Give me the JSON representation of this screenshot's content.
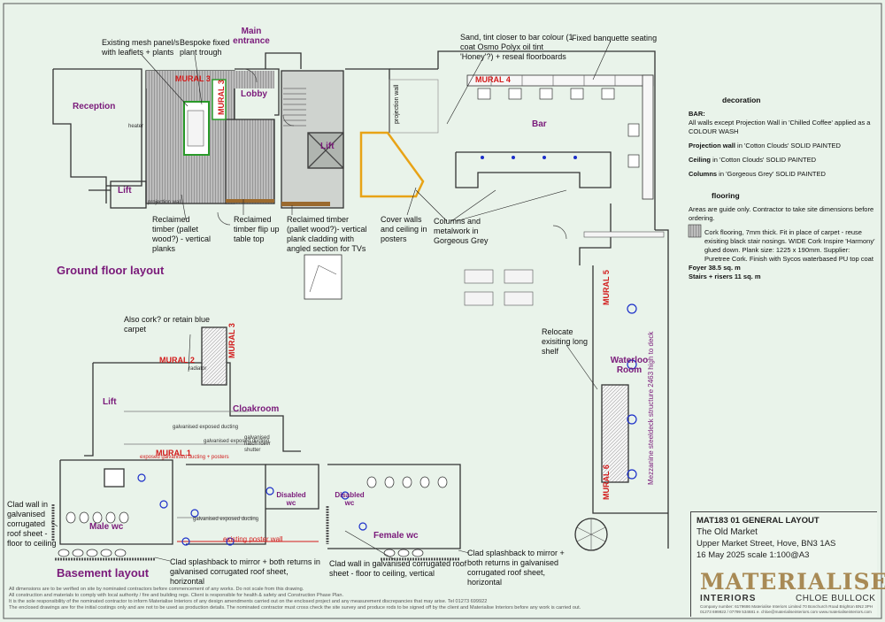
{
  "headings": {
    "ground_floor": "Ground floor layout",
    "basement": "Basement layout"
  },
  "rooms": {
    "main_entrance": "Main entrance",
    "reception": "Reception",
    "lobby": "Lobby",
    "lift_ground": "Lift",
    "lift_core": "Lift",
    "bar": "Bar",
    "waterloo_room": "Waterloo Room",
    "lift_basement": "Lift",
    "cloakroom": "Cloakroom",
    "disabled_wc_1": "Disabled wc",
    "disabled_wc_2": "Disabled wc",
    "male_wc": "Male wc",
    "female_wc": "Female wc"
  },
  "murals": {
    "mural_1": "MURAL 1",
    "mural_2": "MURAL 2",
    "mural_3_ground": "MURAL 3",
    "mural_3_basement": "MURAL 3",
    "mural_4": "MURAL 4",
    "mural_5": "MURAL 5",
    "mural_6": "MURAL 6"
  },
  "annotations": {
    "mesh_panel": "Existing mesh panel/s with leaflets + plants",
    "plant_trough": "Bespoke fixed plant trough",
    "sand_tint": "Sand, tint closer to bar colour (1 coat  Osmo Polyx oil tint 'Honey'?) + reseal floorboards",
    "banquette": "Fixed banquette seating",
    "timber_planks": "Reclaimed timber (pallet wood?) - vertical planks",
    "timber_flip": "Reclaimed timber flip up table top",
    "timber_cladding": "Reclaimed timber (pallet wood?)- vertical plank cladding with angled section for TVs",
    "cover_walls": "Cover walls and ceiling in posters",
    "columns": "Columns and metalwork in Gorgeous Grey",
    "relocate_shelf": "Relocate exisiting long shelf",
    "cork_q": "Also cork? or retain blue carpet",
    "clad_wall_male": "Clad wall in galvanised corrugated roof sheet - floor to ceiling",
    "splashback_1": "Clad splashback to mirror + both returns in galvanised corrugated roof sheet, horizontal",
    "clad_wall_female": "Clad wall in galvanised corrugated roof sheet - floor to ceiling, vertical",
    "splashback_2": "Clad splashback to mirror + both returns in galvanised corrugated roof sheet, horizontal",
    "mezzanine": "Mezzanine steeldeck structure 2463 high to deck",
    "projection_wall": "projection wall",
    "existing_poster_wall": "existing poster wall"
  },
  "small_labels": {
    "radiator": "radiator",
    "galv_ducting_1": "galvanised exposed ducting",
    "galv_ducting_2": "galvanised exposed ducting",
    "galv_ducting_3": "galvanised exposed ducting",
    "exposed_ducting_posters": "exposed galvanised ducting + posters",
    "galv_hatch": "galvanised hatch roller shutter",
    "projection_wall_small": "projection wall",
    "heater": "heater"
  },
  "legend": {
    "decoration_title": "decoration",
    "bar_title": "BAR:",
    "bar_text": "All walls except Projection Wall in 'Chilled Coffee' applied as a COLOUR WASH",
    "projection_wall_label": "Projection wall",
    "projection_wall_text": " in 'Cotton Clouds' SOLID PAINTED",
    "ceiling_label": "Ceiling",
    "ceiling_text": " in 'Cotton Clouds' SOLID PAINTED",
    "columns_label": "Columns",
    "columns_text": " in 'Gorgeous Grey' SOLID PAINTED",
    "flooring_title": "flooring",
    "flooring_note": "Areas are guide only.  Contractor to take site dimensions before ordering.",
    "cork_text": "Cork flooring, 7mm thick. Fit in place of carpet - reuse exisiting black stair nosings. WIDE Cork Inspire 'Harmony' glued down. Plank size: 1225 x 190mm. Supplier: Puretree Cork. Finish with Sycos waterbased PU top coat",
    "foyer": "Foyer 38.5 sq. m",
    "stairs": "Stairs + risers 11 sq. m"
  },
  "title_block": {
    "drawing": "MAT183 01 GENERAL LAYOUT",
    "project": "The Old Market",
    "address": "Upper Market Street, Hove, BN3 1AS",
    "date_scale": "16 May 2025  scale 1:100@A3",
    "brand": "MATERIALISE",
    "brand_sub": "INTERIORS",
    "designer": "CHLOE BULLOCK",
    "company_info": "Company number: 6179686     Materialise Interiors Limited     70 Bonchurch Road     Brighton  BN2 3PH",
    "contact": "01273 699922 / 07799 534681     e. chloe@materialiseinteriors.com     www.materialiseinteriors.com"
  },
  "footer": {
    "line1": "All dimensions are to be verified on site by nominated contractors before commencement of any works.  Do not scale from this drawing.",
    "line2": "All construction and materials to comply with local authority / fire and building regs.  Client is responsible for health & safety and Construction Phase Plan.",
    "line3": "It is the sole responsibility of the nominated contractor to inform Materialise Interiors of any design amendments carried out on the enclosed project and any measurement discrepancies that may arise. Tel 01273 699922",
    "line4": "The enclosed drawings are for the initial costings only and are not to be used as production details. The nominated contractor must cross check the site survey and produce rods to be signed off by the client and Materialise Interiors before any work is carried out."
  },
  "colors": {
    "background": "#e9f3ea",
    "room_label": "#7a1a7a",
    "mural": "#d21a1a",
    "cork_hatch": "#9a9a9a",
    "poster_wall": "#e8a316",
    "column_circle": "#1b2ec9",
    "timber": "#9b6a2e",
    "brand_gold": "#a88a55"
  }
}
